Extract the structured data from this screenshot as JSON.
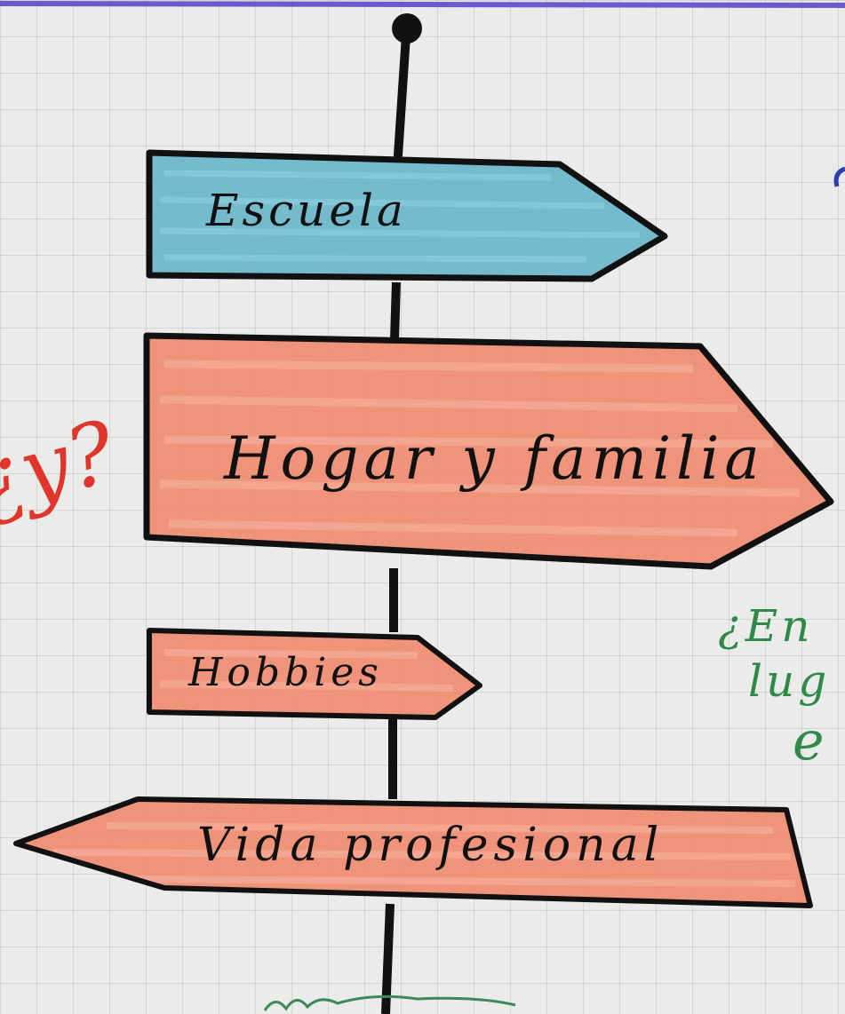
{
  "signs": [
    {
      "id": "escuela",
      "label": "Escuela",
      "color": "#5fb3c9"
    },
    {
      "id": "hogar-y-familia",
      "label": "Hogar y familia",
      "color": "#f08a6e"
    },
    {
      "id": "hobbies",
      "label": "Hobbies",
      "color": "#f08a6e"
    },
    {
      "id": "vida-profesional",
      "label": "Vida profesional",
      "color": "#f08a6e"
    }
  ],
  "margin_notes": {
    "left_red": "¿y?",
    "right_green_line1": "¿En",
    "right_green_line2": "lug",
    "right_green_line3": "e"
  },
  "colors": {
    "paper": "#ebebea",
    "grid": "#a9a9a9",
    "ink": "#111111",
    "blue_marker": "#5fb3c9",
    "red_marker": "#f08a6e",
    "red_note": "#e0352b",
    "green_note": "#2f8a4a",
    "purple_line": "#6a5acd"
  }
}
